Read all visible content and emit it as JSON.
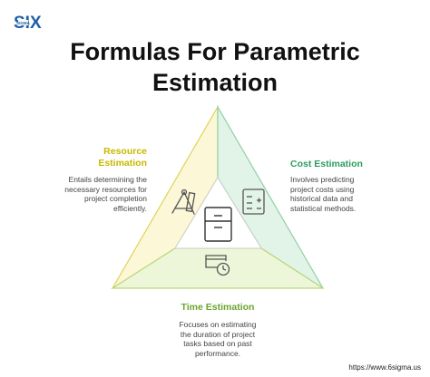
{
  "brand": {
    "logo_text": "SIX",
    "logo_subtext": "SIGMA"
  },
  "title": {
    "line1": "Formulas For Parametric",
    "line2": "Estimation"
  },
  "sections": {
    "resource": {
      "title_line1": "Resource",
      "title_line2": "Estimation",
      "desc_lines": [
        "Entails determining the",
        "necessary resources for",
        "project completion",
        "efficiently."
      ],
      "color": "#c9b800",
      "icon": "drafting-tools-icon"
    },
    "cost": {
      "title": "Cost Estimation",
      "desc_lines": [
        "Involves predicting",
        "project costs using",
        "historical data and",
        "statistical methods."
      ],
      "color": "#2a9d5c",
      "icon": "calculator-icon"
    },
    "time": {
      "title": "Time Estimation",
      "desc_lines": [
        "Focuses on estimating",
        "the duration of project",
        "tasks based on past",
        "performance."
      ],
      "color": "#6aa62c",
      "icon": "timer-window-icon"
    }
  },
  "center_icon": "ledger-icon",
  "source_url": "https://www.6sigma.us"
}
